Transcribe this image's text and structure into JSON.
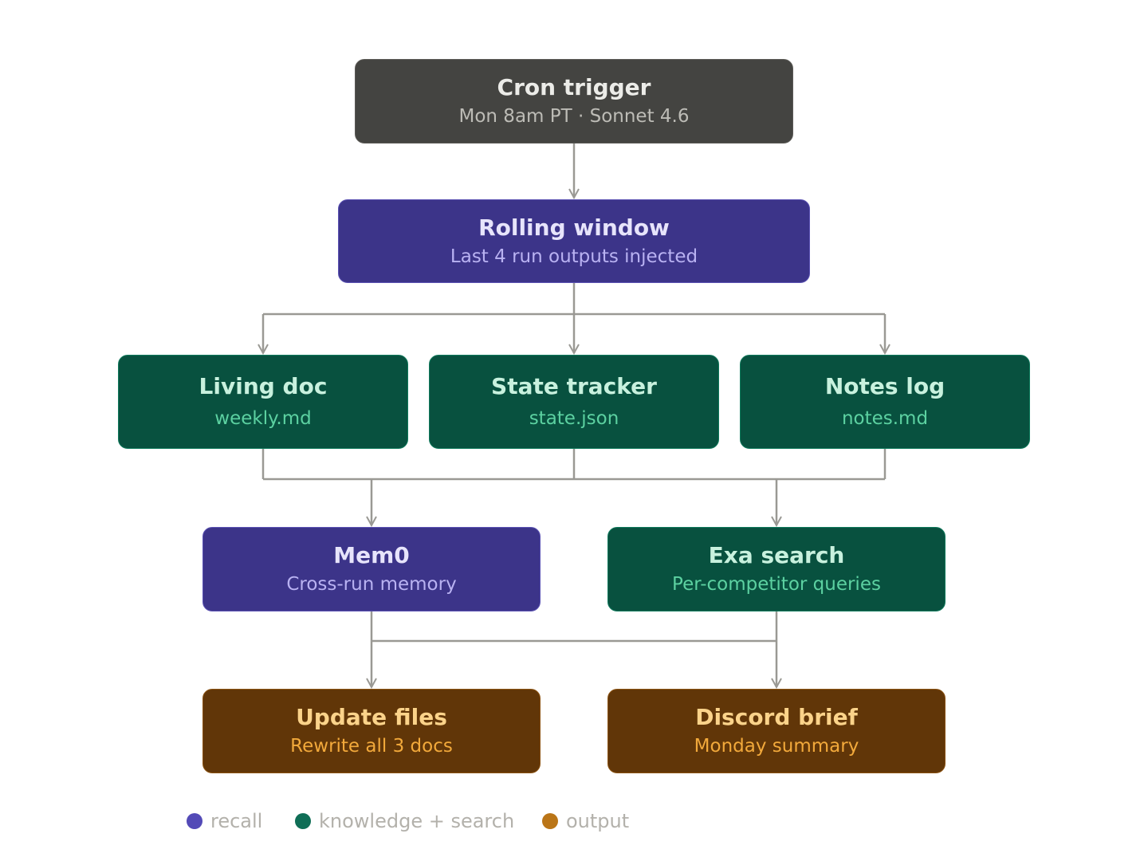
{
  "nodes": {
    "cron": {
      "title": "Cron trigger",
      "sub": "Mon 8am PT · Sonnet 4.6"
    },
    "rolling": {
      "title": "Rolling window",
      "sub": "Last 4 run outputs injected"
    },
    "living": {
      "title": "Living doc",
      "sub": "weekly.md"
    },
    "state": {
      "title": "State tracker",
      "sub": "state.json"
    },
    "notes": {
      "title": "Notes log",
      "sub": "notes.md"
    },
    "mem0": {
      "title": "Mem0",
      "sub": "Cross-run memory"
    },
    "exa": {
      "title": "Exa search",
      "sub": "Per-competitor queries"
    },
    "update": {
      "title": "Update files",
      "sub": "Rewrite all 3 docs"
    },
    "discord": {
      "title": "Discord brief",
      "sub": "Monday summary"
    }
  },
  "legend": [
    {
      "label": "recall",
      "color": "#534ab7"
    },
    {
      "label": "knowledge + search",
      "color": "#0f6e56"
    },
    {
      "label": "output",
      "color": "#ba7517"
    }
  ],
  "colors": {
    "connector": "#9a9994",
    "trigger": "#444441",
    "recall": "#3c3489",
    "knowledge": "#08513f",
    "output": "#613608"
  }
}
